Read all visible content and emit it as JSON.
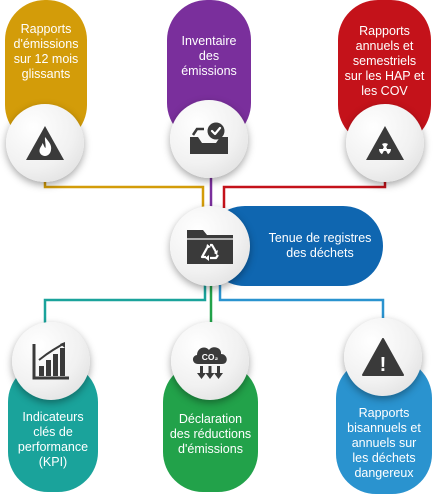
{
  "colors": {
    "gold": "#d39c09",
    "purple": "#7a2f9c",
    "red": "#c4121a",
    "blue": "#0f66b0",
    "teal": "#1aa39b",
    "green": "#22a24a",
    "lightblue": "#2a93cf",
    "icon": "#3a3a3a"
  },
  "nodes": {
    "top_left": {
      "label": "Rapports d'émissions sur 12 mois glissants",
      "icon": "flame-icon"
    },
    "top_center": {
      "label": "Inventaire des émissions",
      "icon": "inbox-check-icon"
    },
    "top_right": {
      "label": "Rapports annuels et semestriels sur les HAP et les COV",
      "icon": "radiation-icon"
    },
    "center": {
      "label": "Tenue de registres des déchets",
      "icon": "recycle-folder-icon"
    },
    "bottom_left": {
      "label": "Indicateurs clés de performance (KPI)",
      "icon": "bar-chart-icon"
    },
    "bottom_center": {
      "label": "Déclaration des réductions d'émissions",
      "icon": "co2-cloud-icon",
      "icon_text": "CO₂"
    },
    "bottom_right": {
      "label": "Rapports bisannuels et annuels sur les déchets dangereux",
      "icon": "warning-icon",
      "icon_text": "!"
    }
  }
}
